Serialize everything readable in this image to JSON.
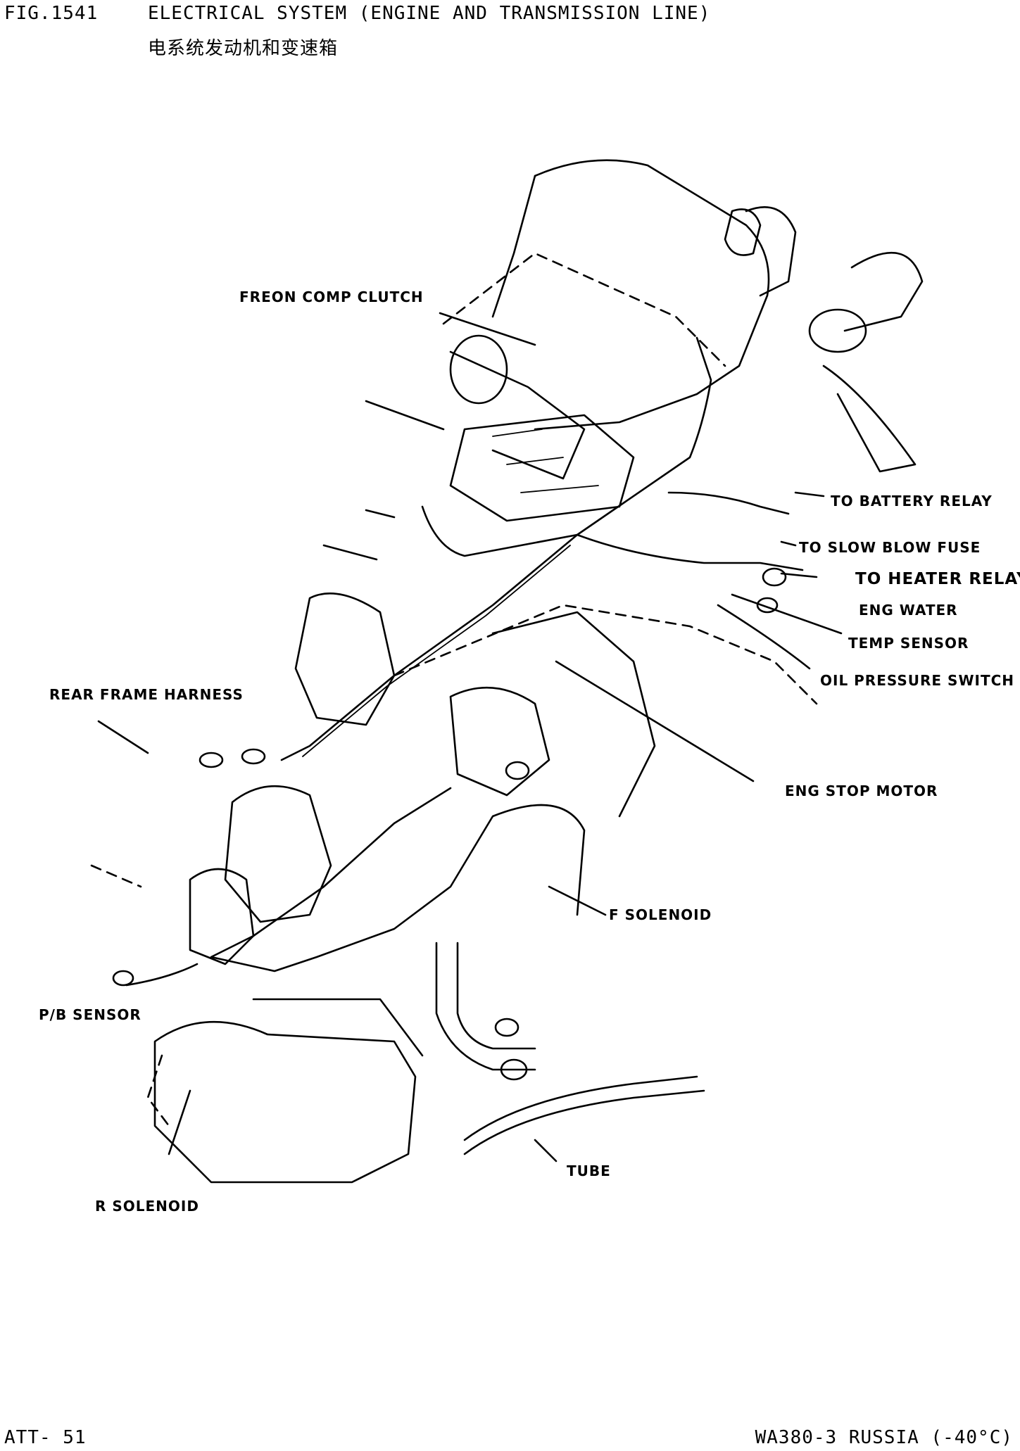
{
  "header": {
    "fig_number": "FIG.1541",
    "title": "ELECTRICAL SYSTEM (ENGINE AND TRANSMISSION LINE)",
    "title_cn": "电系统发动机和变速箱"
  },
  "labels": {
    "freon": "FREON COMP CLUTCH",
    "battery_relay": "TO BATTERY RELAY",
    "slow_blow": "TO SLOW BLOW FUSE",
    "heater_relay": "TO HEATER RELAY",
    "eng_water": "ENG WATER",
    "temp_sensor": "TEMP SENSOR",
    "oil_pressure": "OIL PRESSURE SWITCH",
    "rear_frame": "REAR FRAME HARNESS",
    "eng_stop": "ENG STOP MOTOR",
    "f_solenoid": "F SOLENOID",
    "pb_sensor": "P/B SENSOR",
    "tube": "TUBE",
    "r_solenoid": "R SOLENOID"
  },
  "footer": {
    "page_id": "ATT- 51",
    "model": "WA380-3 RUSSIA (-40°C)"
  }
}
